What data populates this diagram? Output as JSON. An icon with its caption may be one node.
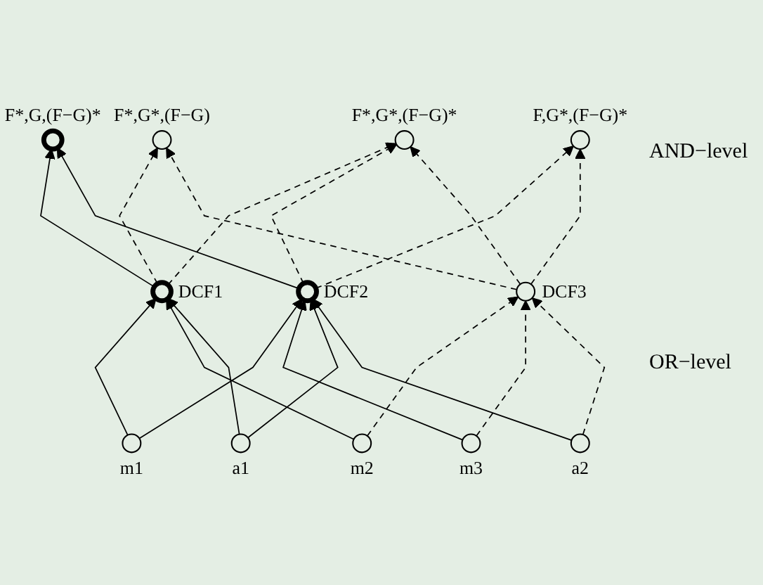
{
  "diagram": {
    "nodes": [
      {
        "text": [],
        "shape": "circle",
        "beside": [
          "F*,G,(F−G)*"
        ]
      },
      {
        "text": [],
        "shape": "circle",
        "beside": [
          "F,G*,(F−G)*"
        ]
      },
      {
        "text": [],
        "shape": "circle",
        "beside": [
          "F*,G*,(F−G)"
        ]
      },
      {
        "text": [],
        "shape": "circle",
        "beside": [
          "F*,G*,(F−G)*"
        ]
      },
      {
        "text": [],
        "shape": "circle",
        "beside": [
          "DCF1"
        ]
      },
      {
        "text": [],
        "shape": "circle",
        "beside": [
          "DCF2"
        ]
      },
      {
        "text": [],
        "shape": "circle",
        "beside": [
          "DCF3"
        ]
      },
      {
        "text": [],
        "shape": "circle",
        "beside": [
          "m1"
        ]
      },
      {
        "text": [],
        "shape": "circle",
        "beside": [
          "m2"
        ]
      },
      {
        "text": [],
        "shape": "circle",
        "beside": [
          "m3"
        ]
      },
      {
        "text": [],
        "shape": "circle",
        "beside": [
          "a1"
        ]
      },
      {
        "text": [],
        "shape": "circle",
        "beside": [
          "a2"
        ]
      }
    ],
    "edges": [
      {
        "from": 4,
        "to": 0,
        "arrow": "to"
      },
      {
        "from": 5,
        "to": 0,
        "arrow": "to"
      },
      {
        "from": 4,
        "to": 2,
        "arrow": "to",
        "style": "dashed"
      },
      {
        "from": 4,
        "to": 3,
        "arrow": "to",
        "style": "dashed"
      },
      {
        "from": 5,
        "to": 1,
        "arrow": "to",
        "style": "dashed"
      },
      {
        "from": 5,
        "to": 3,
        "arrow": "to",
        "style": "dashed"
      },
      {
        "from": 6,
        "to": 1,
        "arrow": "to",
        "style": "dashed"
      },
      {
        "from": 6,
        "to": 2,
        "arrow": "to",
        "style": "dashed"
      },
      {
        "from": 6,
        "to": 3,
        "arrow": "to",
        "style": "dashed"
      },
      {
        "from": 7,
        "to": 4,
        "arrow": "to"
      },
      {
        "from": 7,
        "to": 5,
        "arrow": "to"
      },
      {
        "from": 8,
        "to": 4,
        "arrow": "to"
      },
      {
        "from": 8,
        "to": 6,
        "arrow": "to",
        "style": "dashed"
      },
      {
        "from": 9,
        "to": 5,
        "arrow": "to"
      },
      {
        "from": 9,
        "to": 6,
        "arrow": "to",
        "style": "dashed"
      },
      {
        "from": 10,
        "to": 4,
        "arrow": "to"
      },
      {
        "from": 10,
        "to": 5,
        "arrow": "to"
      },
      {
        "from": 11,
        "to": 5,
        "arrow": "to"
      },
      {
        "from": 11,
        "to": 6,
        "arrow": "to",
        "style": "dashed"
      }
    ],
    "labels": [
      "AND−level",
      "OR−level"
    ]
  }
}
